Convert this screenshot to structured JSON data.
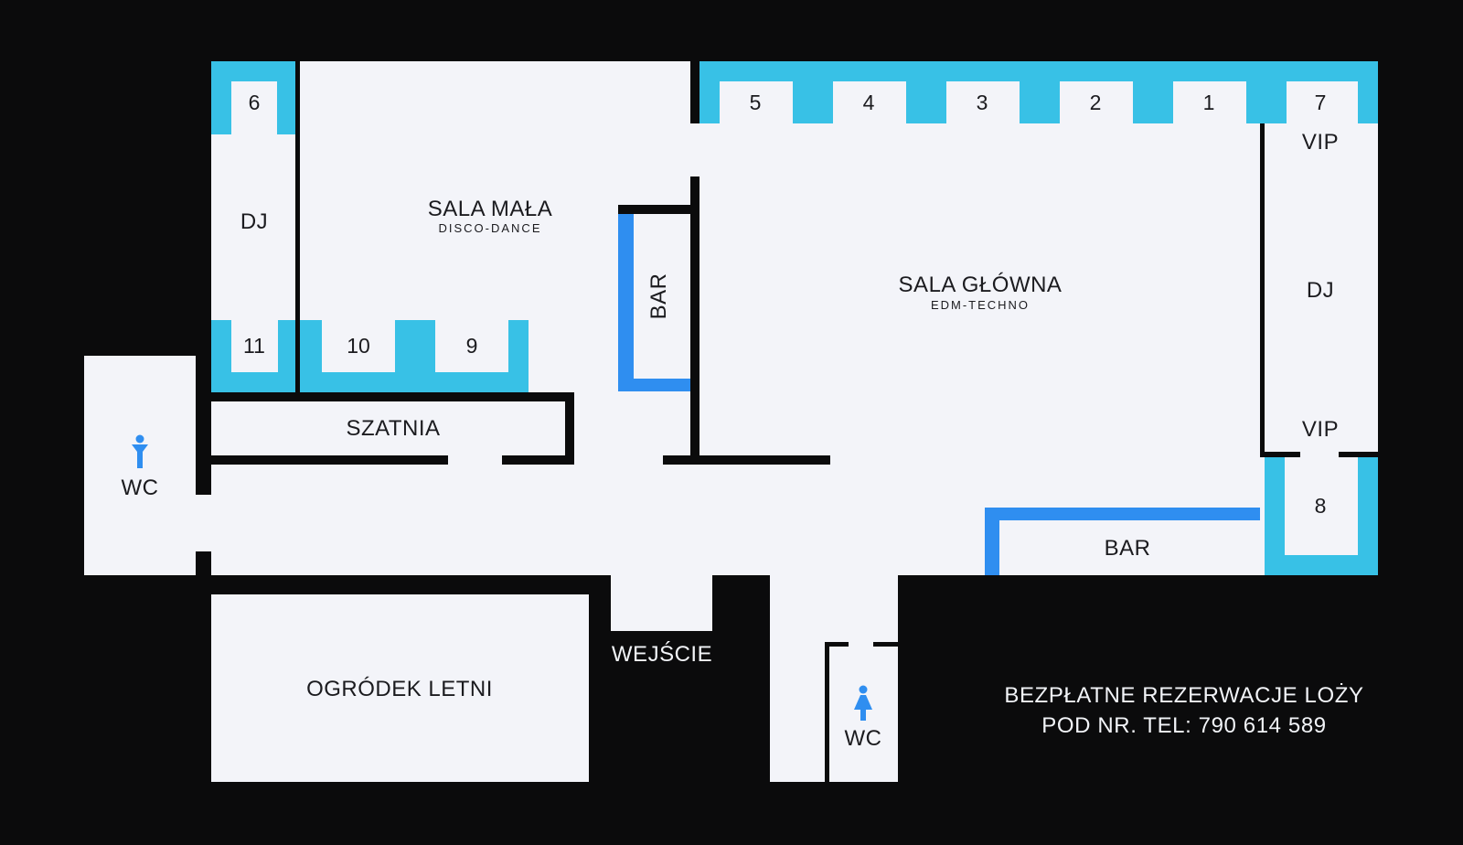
{
  "rooms": {
    "main_hall": {
      "name": "SALA GŁÓWNA",
      "genre": "EDM-TECHNO"
    },
    "small_hall": {
      "name": "SALA MAŁA",
      "genre": "DISCO-DANCE"
    },
    "cloakroom": "SZATNIA",
    "garden": "OGRÓDEK LETNI",
    "entrance": "WEJŚCIE",
    "bar_small": "BAR",
    "bar_main": "BAR",
    "dj_left": "DJ",
    "dj_right": "DJ",
    "wc_men": "WC",
    "wc_women": "WC"
  },
  "lodges": {
    "l1": "1",
    "l2": "2",
    "l3": "3",
    "l4": "4",
    "l5": "5",
    "l6": "6",
    "l7": "7",
    "l8": "8",
    "l9": "9",
    "l10": "10",
    "l11": "11"
  },
  "vip": {
    "top": "VIP",
    "bottom": "VIP"
  },
  "info": {
    "line1": "BEZPŁATNE REZERWACJE LOŻY",
    "line2": "POD NR. TEL: 790 614 589"
  },
  "icons": {
    "men": "man-icon",
    "women": "woman-icon"
  },
  "colors": {
    "background": "#0b0b0c",
    "floor": "#f3f4f9",
    "lodge": "#38c1e6",
    "bar": "#2f8ef0"
  }
}
